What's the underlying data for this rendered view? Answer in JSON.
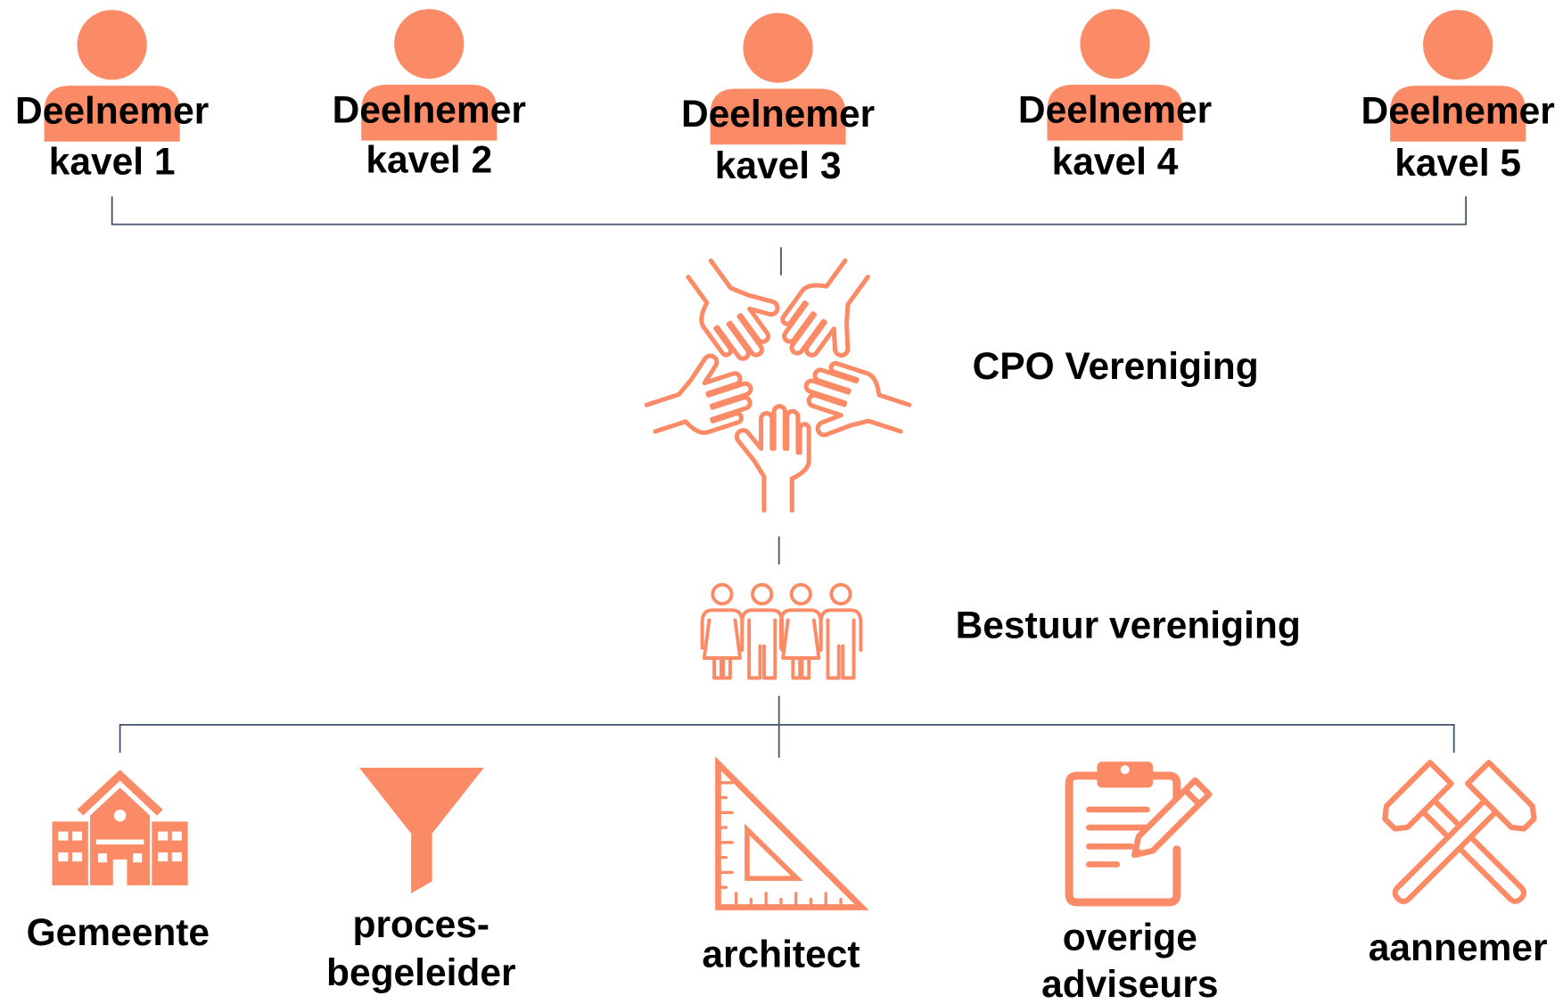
{
  "colors": {
    "accent": "#FB8A66",
    "connector": "#44546A",
    "text": "#000000",
    "background": "#FFFFFF"
  },
  "participants": [
    {
      "name": "Deelnemer",
      "plot": "kavel 1",
      "icon": "person-icon"
    },
    {
      "name": "Deelnemer",
      "plot": "kavel 2",
      "icon": "person-icon"
    },
    {
      "name": "Deelnemer",
      "plot": "kavel 3",
      "icon": "person-icon"
    },
    {
      "name": "Deelnemer",
      "plot": "kavel 4",
      "icon": "person-icon"
    },
    {
      "name": "Deelnemer",
      "plot": "kavel 5",
      "icon": "person-icon"
    }
  ],
  "association": {
    "label": "CPO Vereniging",
    "icon": "joined-hands-icon"
  },
  "board": {
    "label": "Bestuur vereniging",
    "icon": "group-of-people-icon"
  },
  "parties": [
    {
      "lines": [
        "Gemeente"
      ],
      "icon": "town-hall-icon"
    },
    {
      "lines": [
        "proces-",
        "begeleider"
      ],
      "icon": "funnel-icon"
    },
    {
      "lines": [
        "architect"
      ],
      "icon": "set-square-icon"
    },
    {
      "lines": [
        "overige",
        "adviseurs"
      ],
      "icon": "clipboard-pencil-icon"
    },
    {
      "lines": [
        "aannemer"
      ],
      "icon": "crossed-hammers-icon"
    }
  ]
}
